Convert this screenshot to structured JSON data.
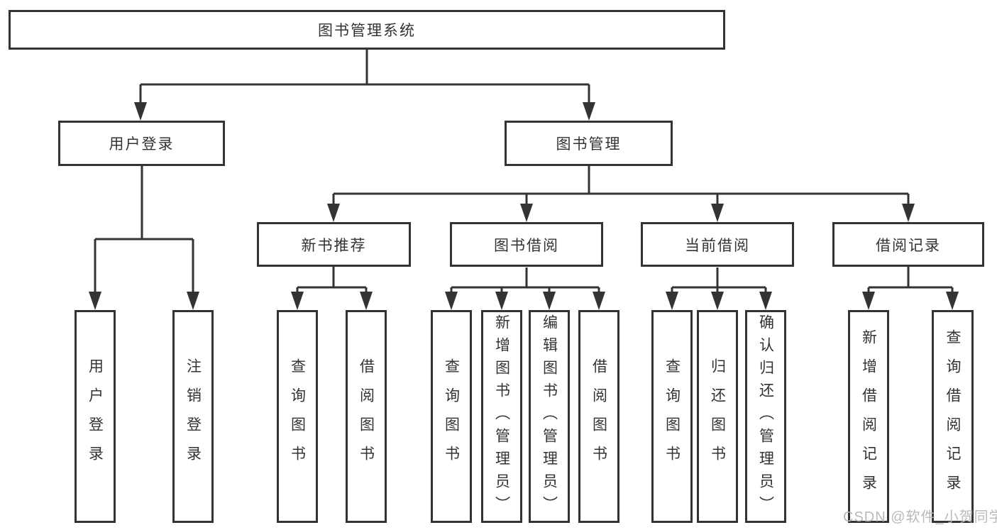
{
  "tree": {
    "label": "图书管理系统",
    "children": [
      {
        "label": "用户登录",
        "children": [
          {
            "label": "用户登录"
          },
          {
            "label": "注销登录"
          }
        ]
      },
      {
        "label": "图书管理",
        "children": [
          {
            "label": "新书推荐",
            "children": [
              {
                "label": "查询图书"
              },
              {
                "label": "借阅图书"
              }
            ]
          },
          {
            "label": "图书借阅",
            "children": [
              {
                "label": "查询图书"
              },
              {
                "label": "新增图书（管理员）"
              },
              {
                "label": "编辑图书（管理员）"
              },
              {
                "label": "借阅图书"
              }
            ]
          },
          {
            "label": "当前借阅",
            "children": [
              {
                "label": "查询图书"
              },
              {
                "label": "归还图书"
              },
              {
                "label": "确认归还（管理员）"
              }
            ]
          },
          {
            "label": "借阅记录",
            "children": [
              {
                "label": "新增借阅记录"
              },
              {
                "label": "查询借阅记录"
              }
            ]
          }
        ]
      }
    ]
  },
  "watermark": {
    "text": "CSDN @软件_小贺同学"
  },
  "colors": {
    "line": "#333333",
    "text": "#333333",
    "background": "#ffffff",
    "watermark": "#b7b7b7"
  }
}
